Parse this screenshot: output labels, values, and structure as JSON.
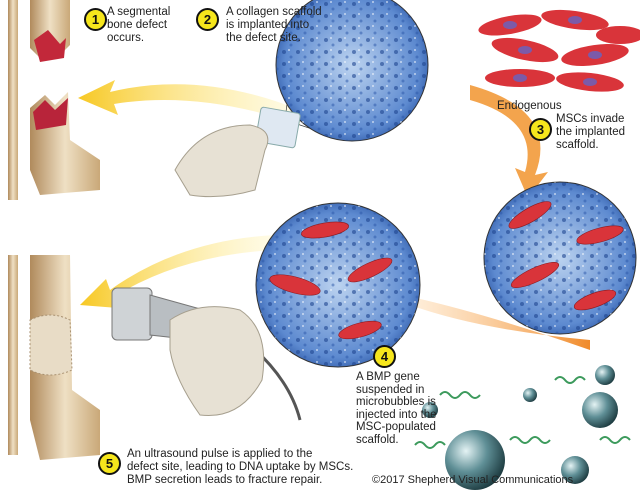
{
  "steps": [
    {
      "number": "1",
      "text": "A segmental\nbone defect\noccurs."
    },
    {
      "number": "2",
      "text": "A collagen scaffold\nis implanted into\nthe defect site."
    },
    {
      "number": "3",
      "text": "Endogenous\nMSCs invade\nthe implanted\nscaffold."
    },
    {
      "number": "4",
      "text": "A BMP gene\nsuspended in\nmicrobubbles is\ninjected into the\nMSC-populated\nscaffold."
    },
    {
      "number": "5",
      "text": "An ultrasound pulse is applied to the\ndefect site, leading to DNA uptake by MSCs.\nBMP secretion leads to fracture repair."
    }
  ],
  "copyright": "©2017 Shepherd Visual Communications",
  "colors": {
    "badge": "#f6e61c",
    "scaffold": "#4a78c8",
    "cell": "#d9343a",
    "arrow_yellow": "#f7c823",
    "arrow_orange": "#f29a3a"
  }
}
